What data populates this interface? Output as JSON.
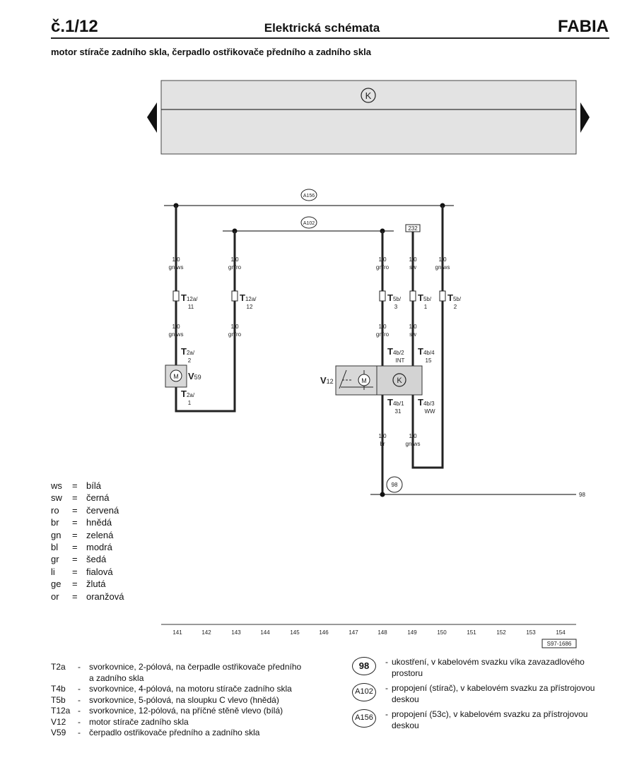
{
  "header": {
    "page_number": "č.1/12",
    "title": "Elektrická schémata",
    "model": "FABIA"
  },
  "subtitle": "motor stírače zadního skla, čerpadlo ostřikovače předního a zadního skla",
  "diagram": {
    "top_symbol": "K",
    "buses": [
      {
        "label": "A156"
      },
      {
        "label": "A102"
      }
    ],
    "ref_box": "232",
    "wires": [
      {
        "size": "1,0",
        "color": "gn/ws"
      },
      {
        "size": "1,0",
        "color": "gn/ro"
      },
      {
        "size": "1,0",
        "color": "gn/ro"
      },
      {
        "size": "1,0",
        "color": "sw"
      },
      {
        "size": "1,0",
        "color": "gn/ws"
      },
      {
        "size": "1,0",
        "color": "gn/ws"
      },
      {
        "size": "1,0",
        "color": "gn/ro"
      },
      {
        "size": "1,0",
        "color": "gn/ro"
      },
      {
        "size": "1,0",
        "color": "sw"
      },
      {
        "size": "1,0",
        "color": "br"
      },
      {
        "size": "1,0",
        "color": "gn/ws"
      }
    ],
    "connectors": [
      {
        "name": "T",
        "sub": "12a/",
        "pin": "11"
      },
      {
        "name": "T",
        "sub": "12a/",
        "pin": "12"
      },
      {
        "name": "T",
        "sub": "5b/",
        "pin": "3"
      },
      {
        "name": "T",
        "sub": "5b/",
        "pin": "1"
      },
      {
        "name": "T",
        "sub": "5b/",
        "pin": "2"
      },
      {
        "name": "T",
        "sub": "2a/",
        "pin": "2"
      },
      {
        "name": "T",
        "sub": "2a/",
        "pin": "1"
      },
      {
        "name": "T",
        "sub": "4b/2",
        "pin": "INT"
      },
      {
        "name": "T",
        "sub": "4b/4",
        "pin": "15"
      },
      {
        "name": "T",
        "sub": "4b/1",
        "pin": "31"
      },
      {
        "name": "T",
        "sub": "4b/3",
        "pin": "WW"
      }
    ],
    "components": [
      {
        "letter": "V",
        "sub": "59",
        "symbol": "M"
      },
      {
        "letter": "V",
        "sub": "12",
        "symbol": "M",
        "symbol2": "K"
      }
    ],
    "ground": {
      "label": "98",
      "end_label": "98"
    },
    "scale": [
      "141",
      "142",
      "143",
      "144",
      "145",
      "146",
      "147",
      "148",
      "149",
      "150",
      "151",
      "152",
      "153",
      "154"
    ],
    "figure_id": "S97-1686"
  },
  "legend": [
    {
      "abbr": "ws",
      "eq": "=",
      "name": "bílá"
    },
    {
      "abbr": "sw",
      "eq": "=",
      "name": "černá"
    },
    {
      "abbr": "ro",
      "eq": "=",
      "name": "červená"
    },
    {
      "abbr": "br",
      "eq": "=",
      "name": "hnědá"
    },
    {
      "abbr": "gn",
      "eq": "=",
      "name": "zelená"
    },
    {
      "abbr": "bl",
      "eq": "=",
      "name": "modrá"
    },
    {
      "abbr": "gr",
      "eq": "=",
      "name": "šedá"
    },
    {
      "abbr": "li",
      "eq": "=",
      "name": "fialová"
    },
    {
      "abbr": "ge",
      "eq": "=",
      "name": "žlutá"
    },
    {
      "abbr": "or",
      "eq": "=",
      "name": "oranžová"
    }
  ],
  "components_list": [
    {
      "code": "T2a",
      "dash": "-",
      "desc": "svorkovnice, 2-pólová, na čerpadle ostřikovače předního a zadního skla"
    },
    {
      "code": "T4b",
      "dash": "-",
      "desc": "svorkovnice, 4-pólová, na motoru stírače zadního skla"
    },
    {
      "code": "T5b",
      "dash": "-",
      "desc": "svorkovnice, 5-pólová, na sloupku C vlevo (hnědá)"
    },
    {
      "code": "T12a",
      "dash": "-",
      "desc": "svorkovnice, 12-pólová, na příčné stěně vlevo (bílá)"
    },
    {
      "code": "V12",
      "dash": "-",
      "desc": "motor stírače zadního skla"
    },
    {
      "code": "V59",
      "dash": "-",
      "desc": "čerpadlo ostřikovače předního a zadního skla"
    }
  ],
  "references": [
    {
      "badge": "98",
      "dash": "-",
      "desc": "ukostření, v kabelovém svazku víka zavazadlového prostoru"
    },
    {
      "badge": "A102",
      "dash": "-",
      "desc": "propojení (stírač), v kabelovém svazku za přístrojovou deskou"
    },
    {
      "badge": "A156",
      "dash": "-",
      "desc": "propojení (53c), v kabelovém svazku za přístrojovou deskou"
    }
  ]
}
